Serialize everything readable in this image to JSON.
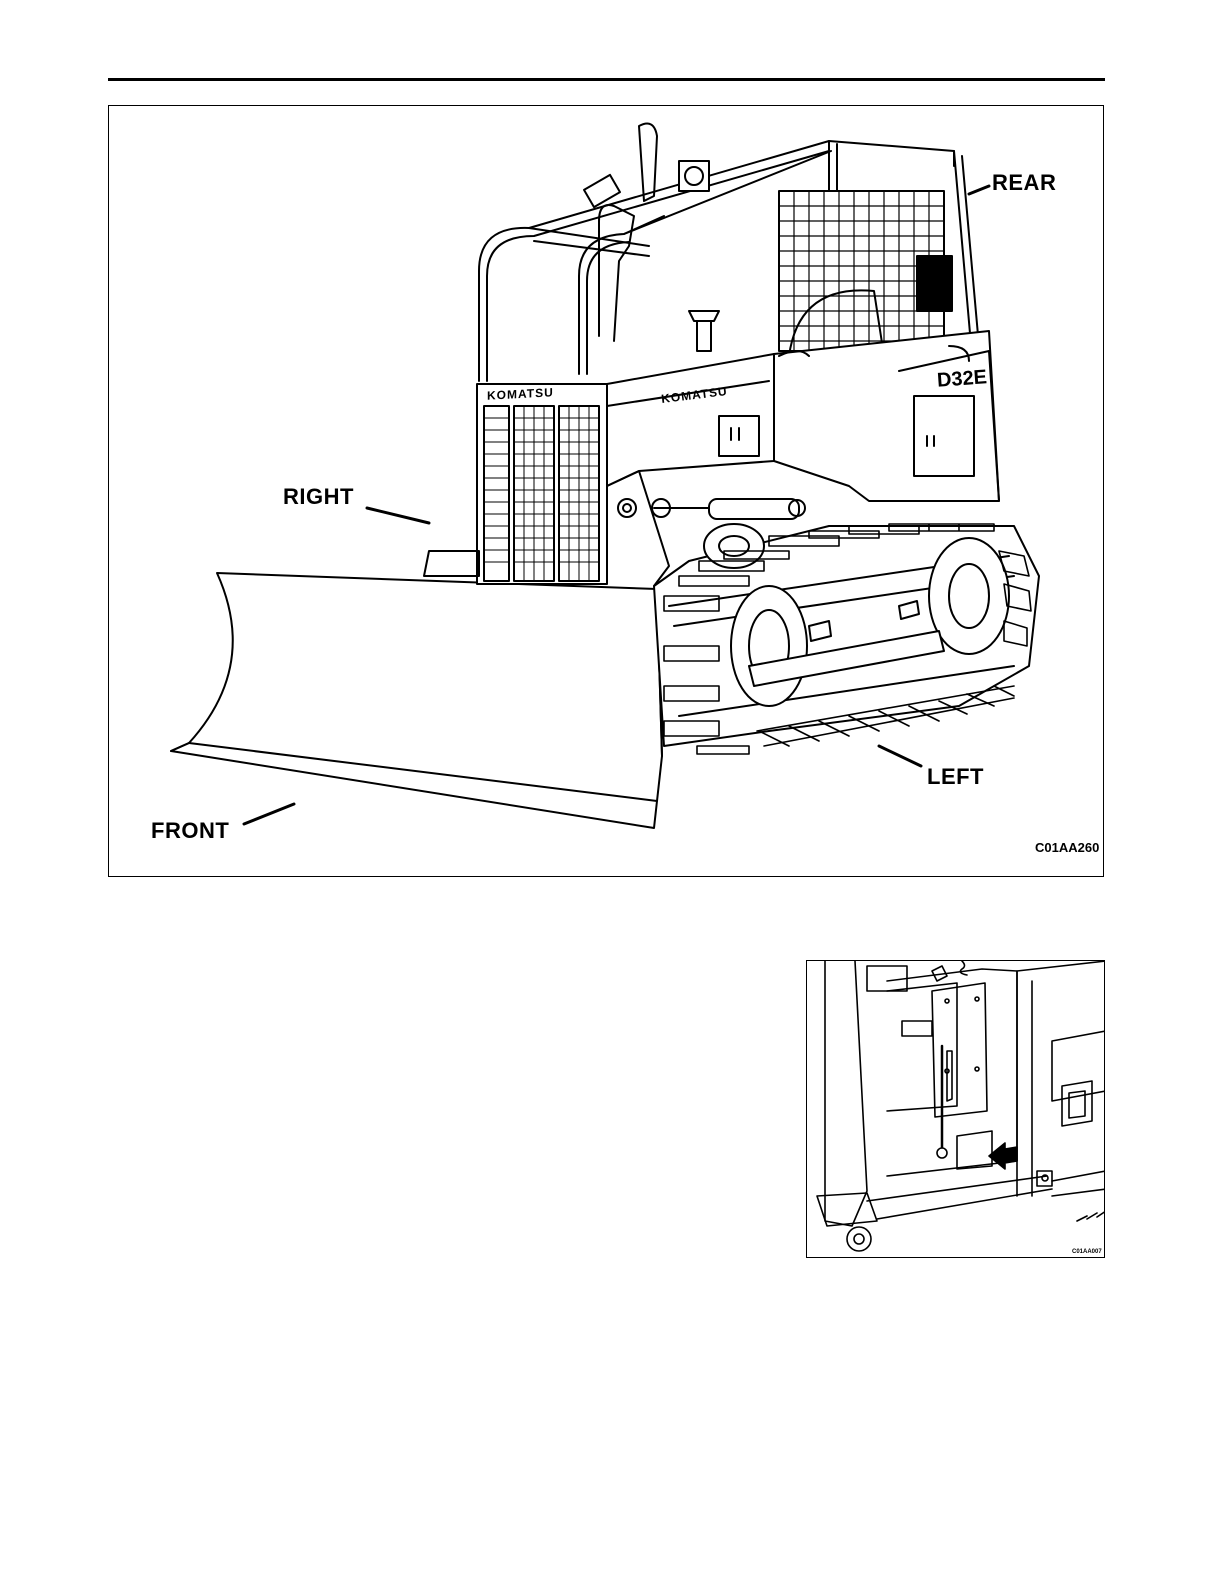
{
  "figure_main": {
    "labels": {
      "rear": "REAR",
      "right": "RIGHT",
      "left": "LEFT",
      "front": "FRONT"
    },
    "brand_radiator": "KOMATSU",
    "brand_hood": "KOMATSU",
    "model": "D32E",
    "code": "C01AA260"
  },
  "figure_small": {
    "code": "C01AA007"
  }
}
